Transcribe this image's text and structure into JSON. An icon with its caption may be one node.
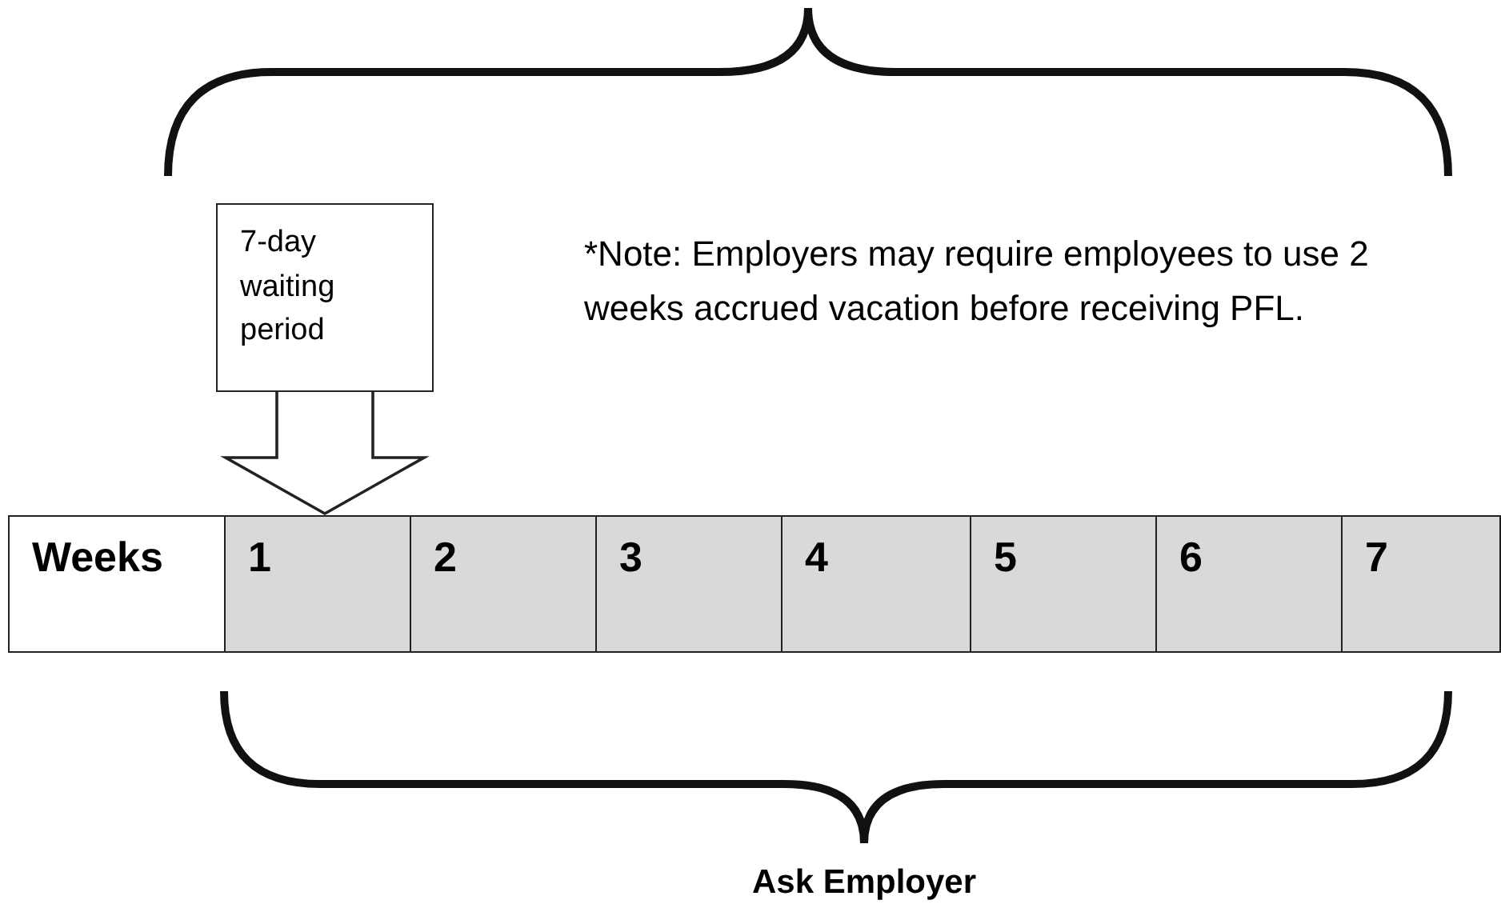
{
  "diagram": {
    "nodes": [
      {
        "text": [
          "7-day waiting period"
        ]
      },
      {
        "text": [
          "Weeks"
        ]
      },
      {
        "text": [
          "1"
        ]
      },
      {
        "text": [
          "2"
        ]
      },
      {
        "text": [
          "3"
        ]
      },
      {
        "text": [
          "4"
        ]
      },
      {
        "text": [
          "5"
        ]
      },
      {
        "text": [
          "6"
        ]
      },
      {
        "text": [
          "7"
        ]
      }
    ],
    "edges": [
      {
        "from": 0,
        "to": 2,
        "arrow": "to"
      }
    ],
    "labels": [
      "*Note: Employers may require employees to use 2 weeks accrued vacation before receiving PFL.",
      "Ask Employer"
    ]
  }
}
